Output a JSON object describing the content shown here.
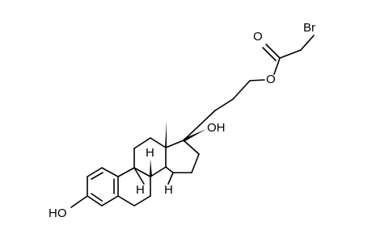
{
  "molecule": {
    "atom_labels": {
      "hydroxyl_a_ring": "HO",
      "hydroxyl_17": "OH",
      "ester_oxygen": "O",
      "carbonyl_oxygen": "O",
      "bromine": "Br",
      "h_9": "H",
      "h_8": "H",
      "h_14": "H"
    },
    "colors": {
      "bond": "#000000",
      "label": "#000000",
      "background": "#ffffff"
    }
  }
}
